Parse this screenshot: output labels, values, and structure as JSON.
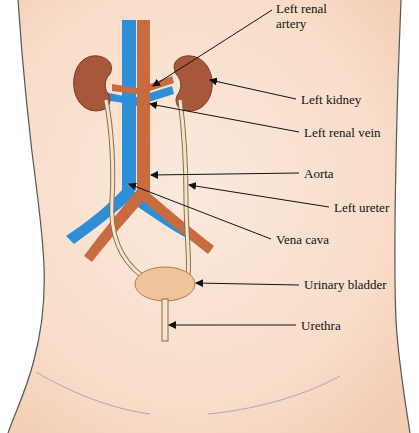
{
  "diagram": {
    "labels": [
      "Left renal artery",
      "Left kidney",
      "Left renal vein",
      "Aorta",
      "Left ureter",
      "Vena cava",
      "Urinary bladder",
      "Urethra"
    ]
  }
}
